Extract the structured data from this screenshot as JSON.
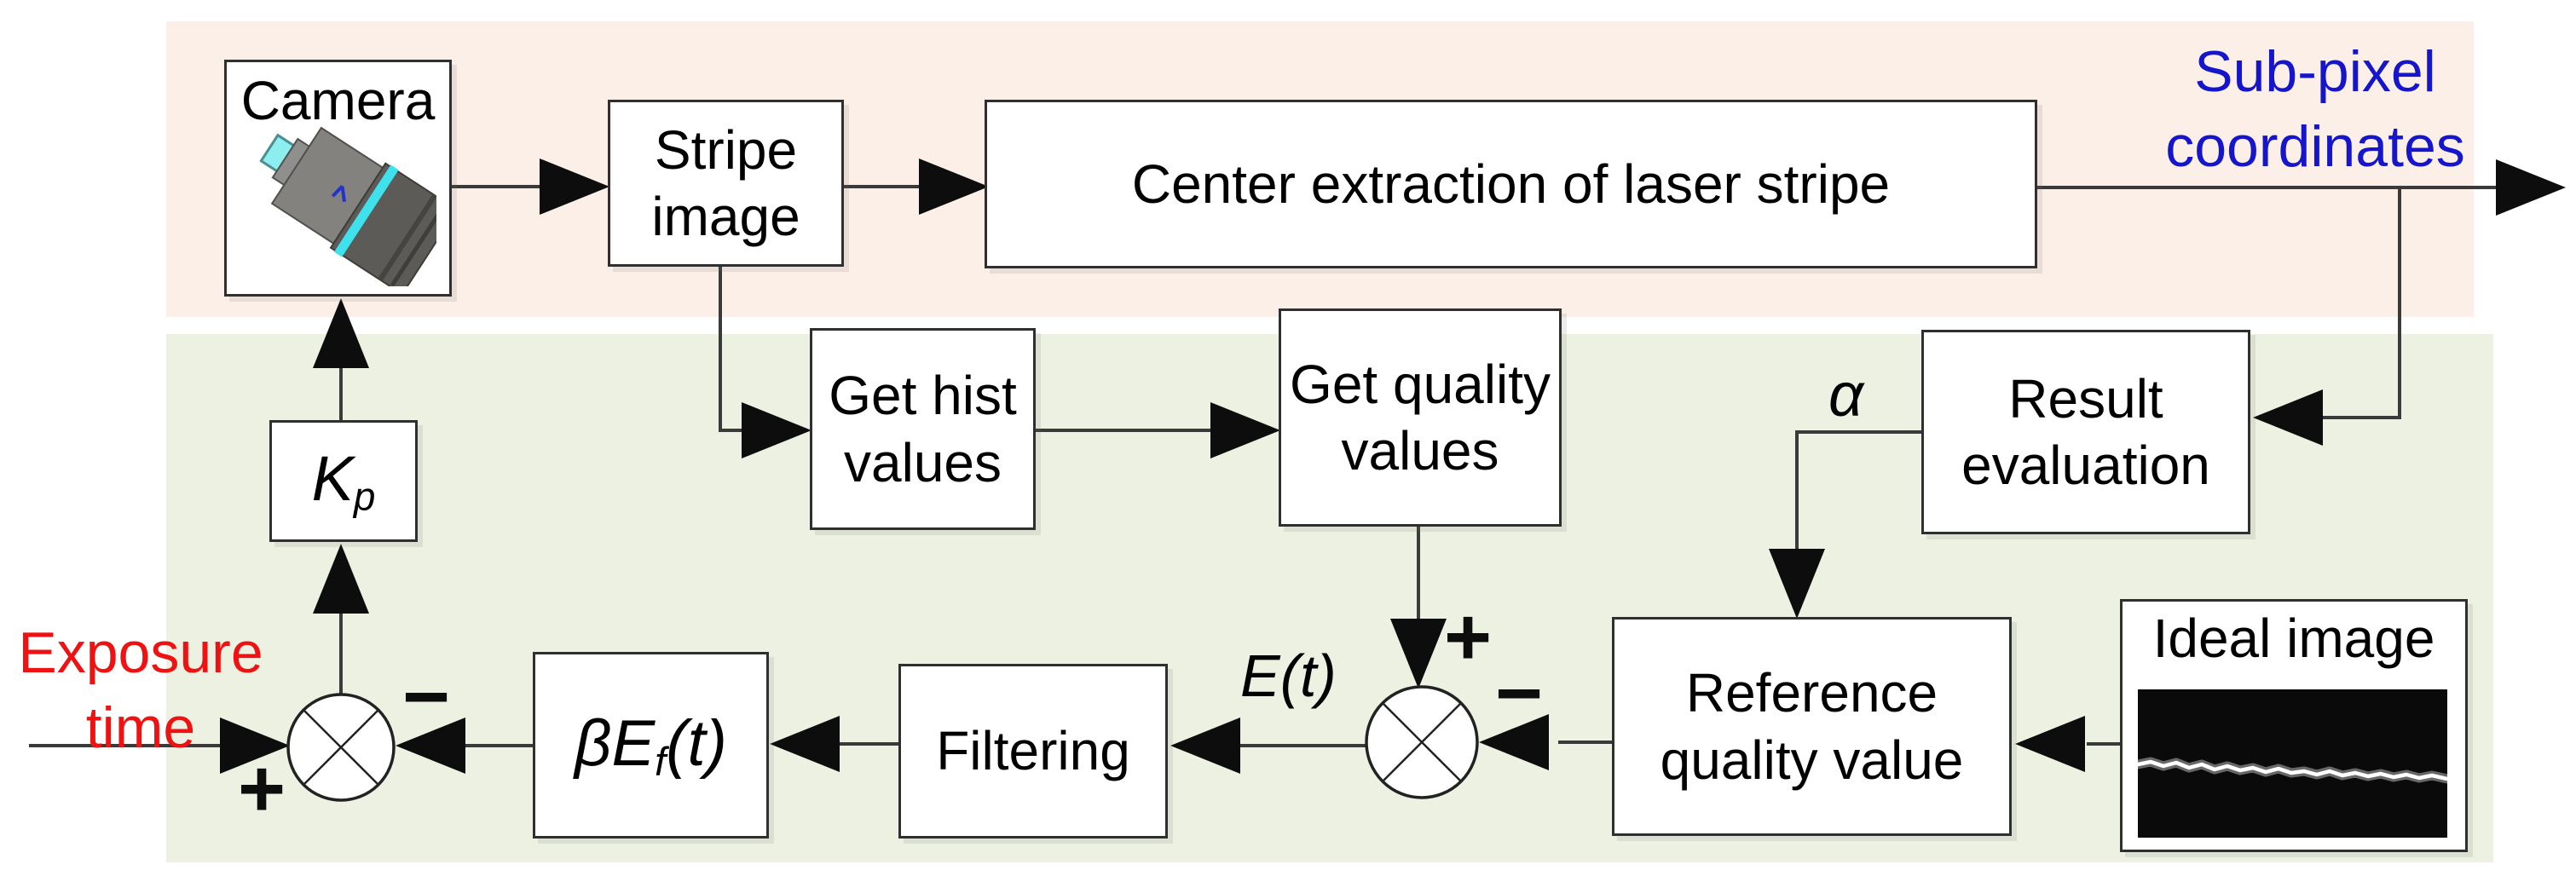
{
  "title": "Adaptive exposure control block diagram for laser stripe center extraction",
  "colors": {
    "band_top": "#fcefe7",
    "band_bottom": "#ecf1e2",
    "blue": "#1515cc",
    "red": "#ee1212",
    "line": "#3a3a3a",
    "arrow": "#0d0d0d",
    "box_border": "#2f2f2f"
  },
  "boxes": {
    "camera": {
      "label": "Camera"
    },
    "stripe_image": {
      "label": "Stripe image"
    },
    "center_extraction": {
      "label": "Center extraction of laser stripe"
    },
    "get_hist": {
      "label": "Get hist values"
    },
    "get_quality": {
      "label": "Get quality values"
    },
    "result_evaluation": {
      "label": "Result evaluation"
    },
    "kp_gain": {
      "base": "K",
      "sub": "p"
    },
    "beta_feedback": {
      "base": "βE",
      "sub": "f",
      "arg": "(t)"
    },
    "filtering": {
      "label": "Filtering"
    },
    "reference_quality": {
      "label": "Reference quality value"
    },
    "ideal_image": {
      "label": "Ideal image"
    }
  },
  "labels": {
    "subpixel": "Sub-pixel coordinates",
    "exposure": "Exposure time",
    "alpha": "α",
    "error_base": "E",
    "error_arg": "(t)",
    "plus": "+",
    "minus": "−"
  },
  "icons": {
    "camera_icon": "3d-industrial-camera",
    "laser_stripe_icon": "white-laser-stripe-on-black"
  }
}
